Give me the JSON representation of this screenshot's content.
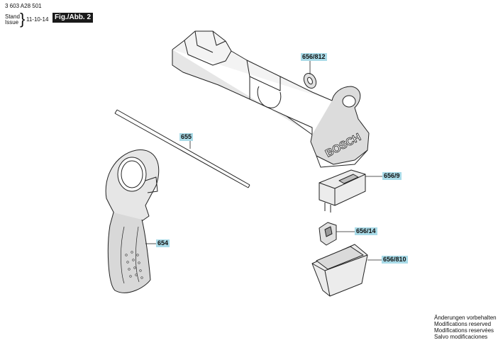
{
  "header": {
    "doc_number": "3 603 A28 501",
    "stand_label": "Stand",
    "issue_label": "Issue",
    "date": "11-10-14",
    "figure_label": "Fig./Abb. 2"
  },
  "brand_mark": "BOSCH",
  "callouts": {
    "part_656_812": "656/812",
    "part_655": "655",
    "part_656_9": "656/9",
    "part_656_14": "656/14",
    "part_654": "654",
    "part_656_810": "656/810"
  },
  "notice": [
    "Änderungen vorbehalten",
    "Modifications reserved",
    "Modifications reservées",
    "Salvo modificaciones"
  ]
}
